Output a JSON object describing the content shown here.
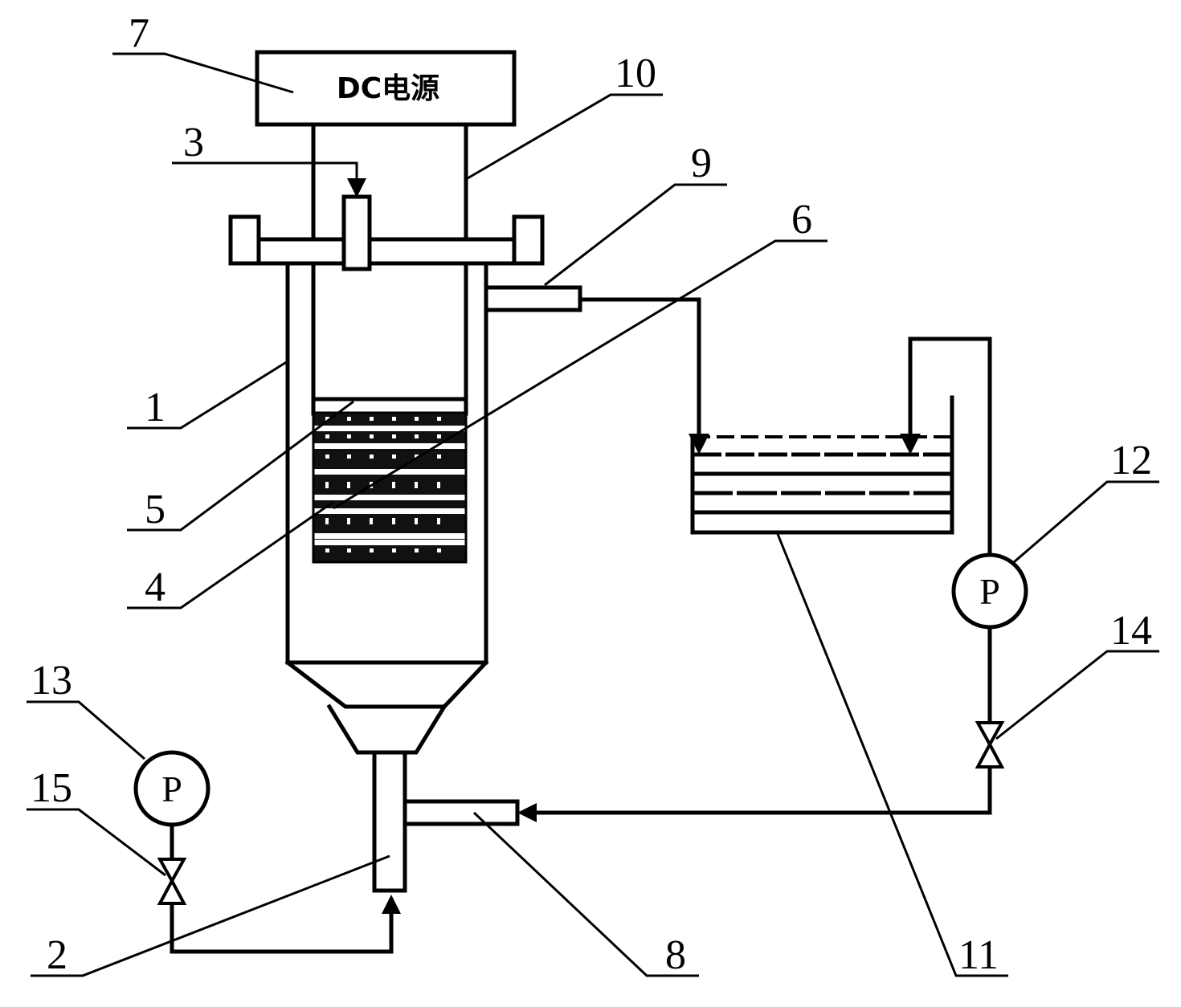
{
  "power_supply": {
    "label": "DC电源"
  },
  "pump_symbol": "P",
  "callouts": [
    "1",
    "2",
    "3",
    "4",
    "5",
    "6",
    "7",
    "8",
    "9",
    "10",
    "11",
    "12",
    "13",
    "14",
    "15"
  ]
}
